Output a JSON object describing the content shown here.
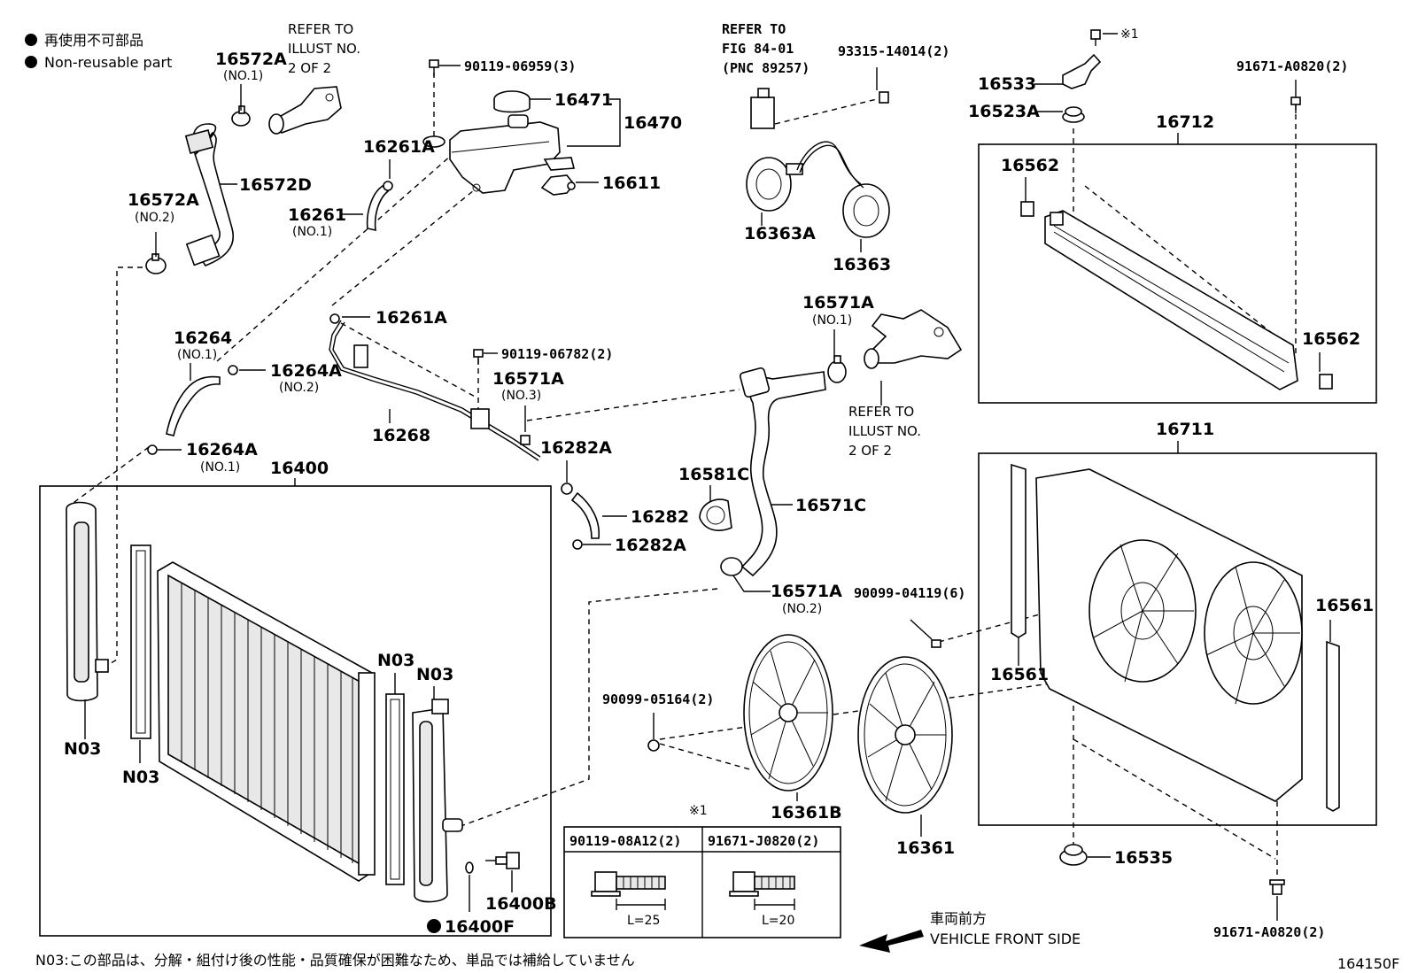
{
  "legend": {
    "jp": "再使用不可部品",
    "en": "Non-reusable part"
  },
  "refs": {
    "illust_left": [
      "REFER TO",
      "ILLUST NO.",
      "2 OF 2"
    ],
    "fig": [
      "REFER TO",
      "FIG 84-01",
      "(PNC 89257)"
    ],
    "illust_right": [
      "REFER TO",
      "ILLUST NO.",
      "2 OF 2"
    ]
  },
  "labels": {
    "p16572A_no1": "16572A",
    "p16572A_no1_sub": "(NO.1)",
    "p16572D": "16572D",
    "p16572A_no2": "16572A",
    "p16572A_no2_sub": "(NO.2)",
    "p90119_06959": "90119-06959(3)",
    "p16471": "16471",
    "p16470": "16470",
    "p16611": "16611",
    "p16261A_top": "16261A",
    "p16261": "16261",
    "p16261_sub": "(NO.1)",
    "p16261A_mid": "16261A",
    "p16264": "16264",
    "p16264_sub": "(NO.1)",
    "p16264A_no2": "16264A",
    "p16264A_no2_sub": "(NO.2)",
    "p16264A_no1": "16264A",
    "p16264A_no1_sub": "(NO.1)",
    "p16268": "16268",
    "p90119_06782": "90119-06782(2)",
    "p16571A_no3": "16571A",
    "p16571A_no3_sub": "(NO.3)",
    "p16282A_top": "16282A",
    "p16282": "16282",
    "p16282A_bot": "16282A",
    "p16400": "16400",
    "p93315": "93315-14014(2)",
    "p16363A": "16363A",
    "p16363": "16363",
    "p16571A_no1": "16571A",
    "p16571A_no1_sub": "(NO.1)",
    "p16581C": "16581C",
    "p16571C": "16571C",
    "p16571A_no2": "16571A",
    "p16571A_no2_sub": "(NO.2)",
    "p90099_04119": "90099-04119(6)",
    "p90099_05164": "90099-05164(2)",
    "p16361B": "16361B",
    "p16361": "16361",
    "p16533": "16533",
    "p16523A": "16523A",
    "p91671_top": "91671-A0820(2)",
    "p16712": "16712",
    "p16562_a": "16562",
    "p16562_b": "16562",
    "p16711": "16711",
    "p16561_l": "16561",
    "p16561_r": "16561",
    "p16535": "16535",
    "p91671_bot": "91671-A0820(2)",
    "n03_a": "N03",
    "n03_b": "N03",
    "n03_c": "N03",
    "n03_d": "N03",
    "p16400B": "16400B",
    "p16400F": "16400F",
    "mark_top": "※1",
    "mark_table": "※1"
  },
  "table": {
    "col1": "90119-08A12(2)",
    "col2": "91671-J0820(2)",
    "len1": "L=25",
    "len2": "L=20"
  },
  "direction": {
    "jp": "車両前方",
    "en": "VEHICLE FRONT SIDE"
  },
  "footnote": "N03:この部品は、分解・組付け後の性能・品質確保が困難なため、単品では補給していません",
  "figure_id": "164150F"
}
